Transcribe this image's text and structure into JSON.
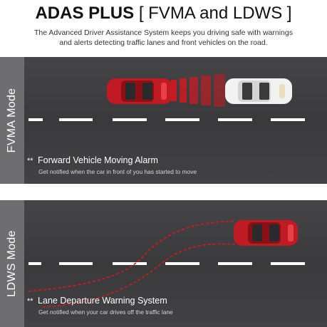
{
  "header": {
    "title_bold": "ADAS PLUS",
    "title_bracket": "[ FVMA and LDWS ]",
    "subtitle_line1": "The Advanced Driver Assistance System keeps you driving safe with warnings",
    "subtitle_line2": "and alerts detecting traffic lanes and front vehicles on the road."
  },
  "fvma": {
    "side_label": "FVMA Mode",
    "caption_asterisk": "**",
    "caption_title": "Forward Vehicle Moving Alarm",
    "caption_desc": "Get notified when the car in front of you has started to move"
  },
  "ldws": {
    "side_label": "LDWS Mode",
    "caption_asterisk": "**",
    "caption_title": "Lane Departure Warning System",
    "caption_desc": "Get notified when your car drives off the traffic lane"
  },
  "colors": {
    "road": "#3d3d3f",
    "side_band": "#6e6e70",
    "red_car": "#c01a22",
    "white_car": "#f2f2f2",
    "lane_line": "#ffffff",
    "warning_red": "#e0141e"
  }
}
